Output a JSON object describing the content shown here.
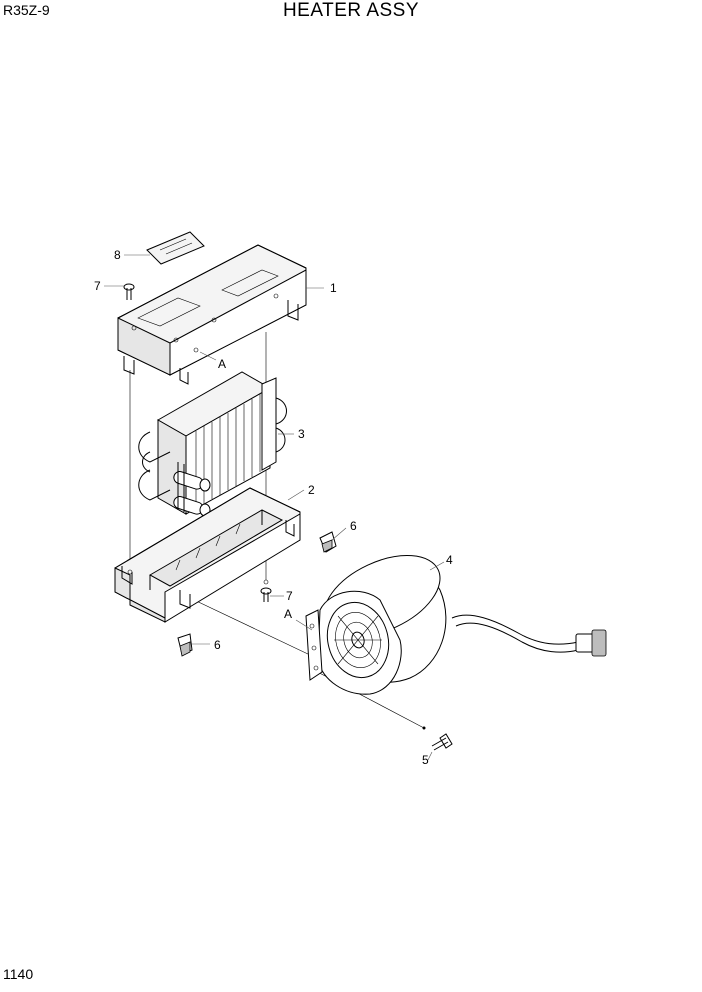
{
  "header": {
    "model": "R35Z-9",
    "title": "HEATER ASSY"
  },
  "footer": {
    "page_number": "1140"
  },
  "callouts": {
    "c1": "1",
    "c2": "2",
    "c3": "3",
    "c4": "4",
    "c5": "5",
    "c6a": "6",
    "c6b": "6",
    "c7a": "7",
    "c7b": "7",
    "c8": "8",
    "refA1": "A",
    "refA2": "A"
  }
}
